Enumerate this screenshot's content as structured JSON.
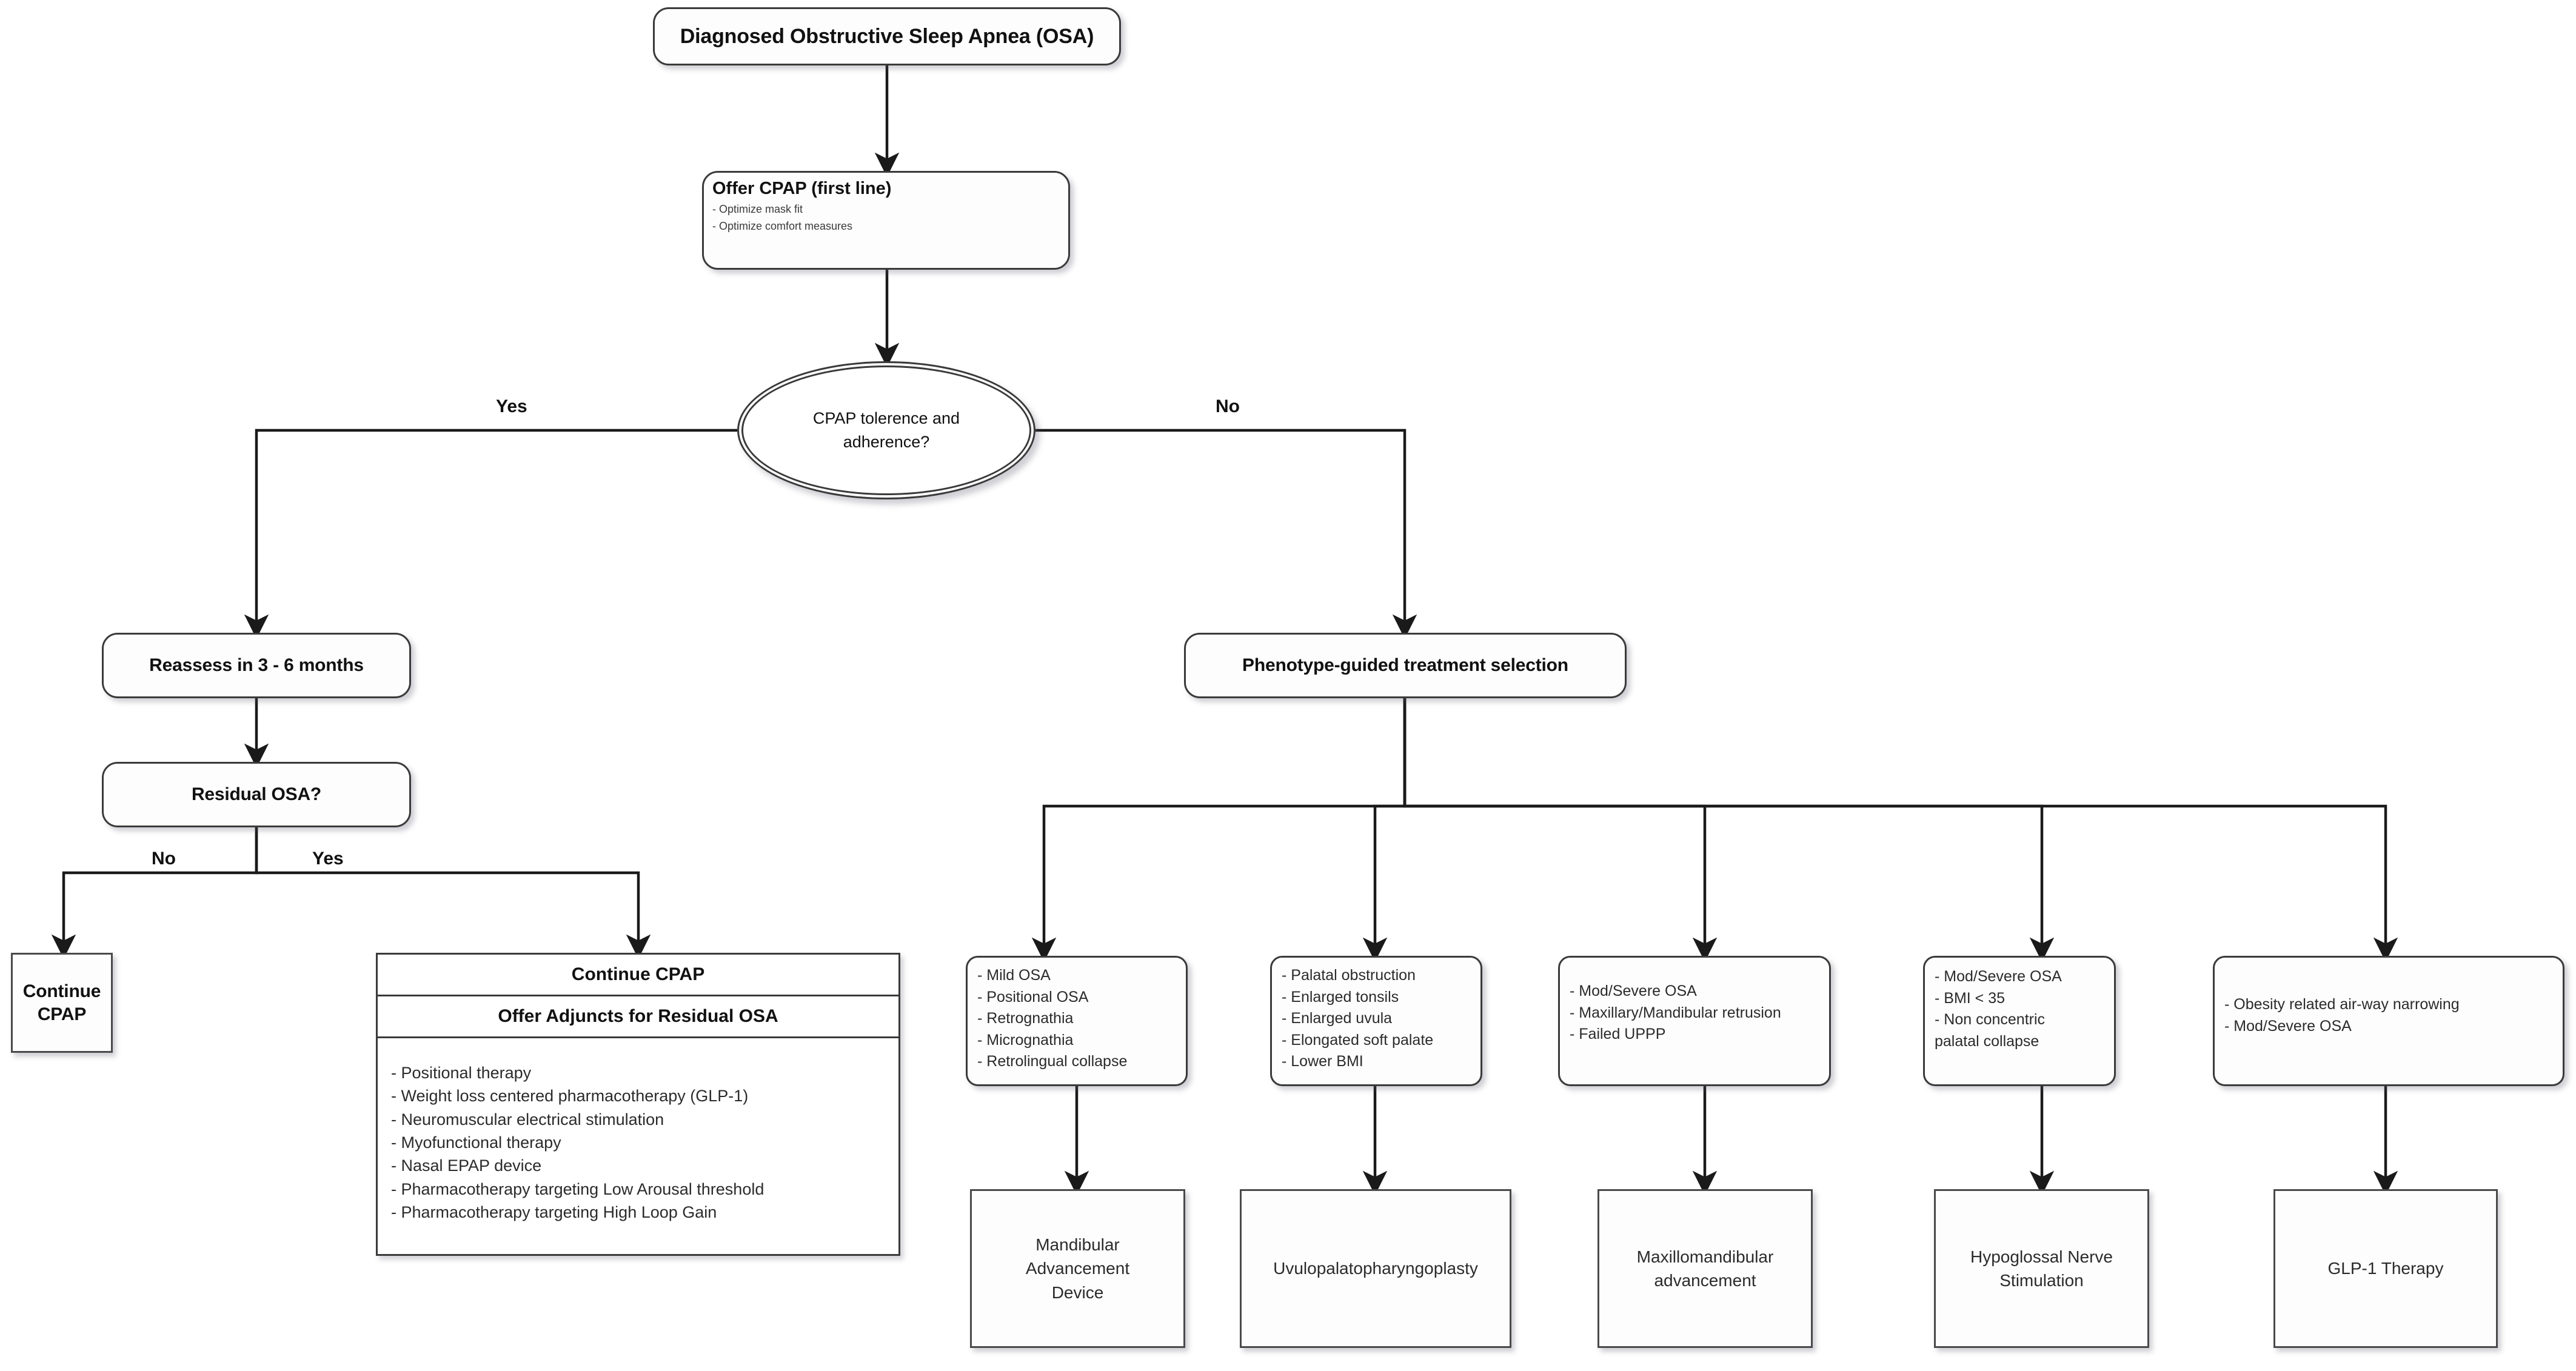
{
  "diagram": {
    "title": "OSA treatment pathway flowchart",
    "colors": {
      "stroke": "#3a3a3a",
      "fill": "#fdfdfd",
      "text": "#111111",
      "background": "#ffffff"
    },
    "edge_labels": {
      "yes_cpap": "Yes",
      "no_cpap": "No",
      "no_residual": "No",
      "yes_residual": "Yes"
    },
    "nodes": {
      "diagnosed": {
        "label": "Diagnosed Obstructive Sleep Apnea (OSA)"
      },
      "offer_cpap": {
        "title": "Offer CPAP (first line)",
        "bullets": [
          "- Optimize mask fit",
          "- Optimize comfort measures"
        ]
      },
      "decision": {
        "line1": "CPAP tolerence and",
        "line2": "adherence?"
      },
      "reassess": {
        "label": "Reassess in 3 - 6 months"
      },
      "residual": {
        "label": "Residual OSA?"
      },
      "continue_cpap": {
        "line1": "Continue",
        "line2": "CPAP"
      },
      "adjuncts": {
        "header1": "Continue CPAP",
        "header2": "Offer Adjuncts for Residual OSA",
        "bullets": [
          "- Positional therapy",
          "- Weight loss centered pharmacotherapy (GLP-1)",
          "- Neuromuscular electrical stimulation",
          "- Myofunctional therapy",
          "- Nasal EPAP device",
          "- Pharmacotherapy targeting Low Arousal threshold",
          "- Pharmacotherapy targeting High Loop Gain"
        ]
      },
      "phenotype": {
        "label": "Phenotype-guided treatment selection"
      },
      "pheno1": {
        "bullets": [
          "- Mild OSA",
          "- Positional OSA",
          "- Retrognathia",
          "- Micrognathia",
          "- Retrolingual collapse"
        ]
      },
      "pheno2": {
        "bullets": [
          "- Palatal obstruction",
          "- Enlarged tonsils",
          "- Enlarged uvula",
          "- Elongated soft palate",
          "- Lower BMI"
        ]
      },
      "pheno3": {
        "bullets": [
          "- Mod/Severe OSA",
          "- Maxillary/Mandibular retrusion",
          "- Failed UPPP"
        ]
      },
      "pheno4": {
        "bullets": [
          "- Mod/Severe OSA",
          "- BMI < 35",
          "- Non concentric",
          "palatal collapse"
        ]
      },
      "pheno5": {
        "bullets": [
          "- Obesity related air-way narrowing",
          "- Mod/Severe OSA"
        ]
      },
      "tx1": {
        "lines": [
          "Mandibular",
          "Advancement",
          "Device"
        ]
      },
      "tx2": {
        "lines": [
          "Uvulopalatopharyngoplasty"
        ]
      },
      "tx3": {
        "lines": [
          "Maxillomandibular",
          "advancement"
        ]
      },
      "tx4": {
        "lines": [
          "Hypoglossal Nerve",
          "Stimulation"
        ]
      },
      "tx5": {
        "lines": [
          "GLP-1 Therapy"
        ]
      }
    }
  }
}
